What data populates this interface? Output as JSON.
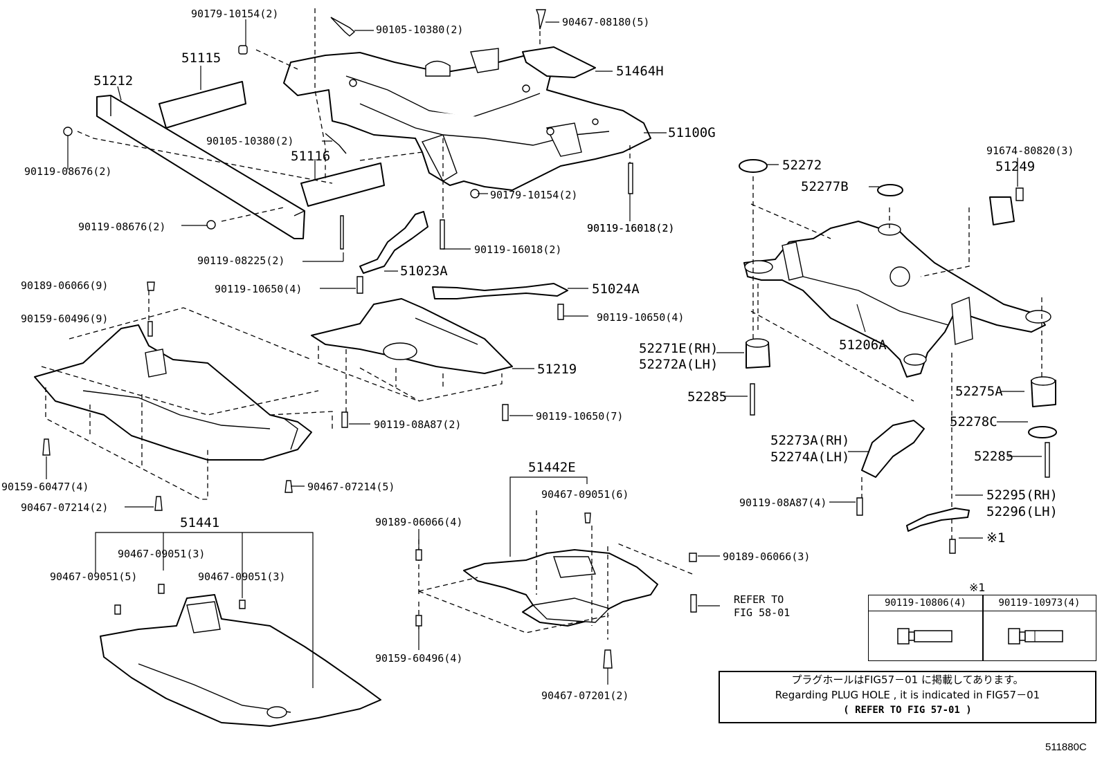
{
  "labels": {
    "l_90179_a": "90179-10154(2)",
    "l_90105_a": "90105-10380(2)",
    "l_90467_08180": "90467-08180(5)",
    "l_51115": "51115",
    "l_51212": "51212",
    "l_51464H": "51464H",
    "l_51100G": "51100G",
    "l_90105_b": "90105-10380(2)",
    "l_90119_08676_a": "90119-08676(2)",
    "l_51116": "51116",
    "l_90179_b": "90179-10154(2)",
    "l_90119_16018_a": "90119-16018(2)",
    "l_90119_08676_b": "90119-08676(2)",
    "l_90119_08225": "90119-08225(2)",
    "l_90119_16018_b": "90119-16018(2)",
    "l_51023A": "51023A",
    "l_90189_06066_a": "90189-06066(9)",
    "l_90119_10650_a": "90119-10650(4)",
    "l_51024A": "51024A",
    "l_90159_60496_a": "90159-60496(9)",
    "l_90119_10650_b": "90119-10650(4)",
    "l_51219": "51219",
    "l_90119_08A87_a": "90119-08A87(2)",
    "l_90119_10650_c": "90119-10650(7)",
    "l_90159_60477": "90159-60477(4)",
    "l_90467_07214_a": "90467-07214(5)",
    "l_90467_07214_b": "90467-07214(2)",
    "l_51441": "51441",
    "l_90467_09051_a": "90467-09051(3)",
    "l_90467_09051_b": "90467-09051(5)",
    "l_90467_09051_c": "90467-09051(3)",
    "l_51442E": "51442E",
    "l_90467_09051_d": "90467-09051(6)",
    "l_90189_06066_b": "90189-06066(4)",
    "l_90189_06066_c": "90189-06066(3)",
    "l_refer1": "REFER TO",
    "l_refer2": "FIG 58-01",
    "l_90159_60496_b": "90159-60496(4)",
    "l_90467_07201": "90467-07201(2)",
    "l_91674": "91674-80820(3)",
    "l_51249": "51249",
    "l_52272": "52272",
    "l_52277B": "52277B",
    "l_90119_16018_c": "90119-16018(2)",
    "l_51206A": "51206A",
    "l_52271E": "52271E(RH)",
    "l_52272A": "52272A(LH)",
    "l_52285_a": "52285",
    "l_52275A": "52275A",
    "l_52278C": "52278C",
    "l_52273A": "52273A(RH)",
    "l_52274A": "52274A(LH)",
    "l_52285_b": "52285",
    "l_52295": "52295(RH)",
    "l_52296": "52296(LH)",
    "l_90119_08A87_b": "90119-08A87(4)",
    "l_x1": "※1"
  },
  "ref_table": {
    "title": "※1",
    "col1": "90119-10806(4)",
    "col2": "90119-10973(4)"
  },
  "note": {
    "line1": "プラグホールはFIG57－01 に掲載してあります。",
    "line2": "Regarding PLUG HOLE , it is indicated in FIG57－01",
    "line3": "(    REFER TO FIG 57-01    )"
  },
  "figure_code": "511880C"
}
